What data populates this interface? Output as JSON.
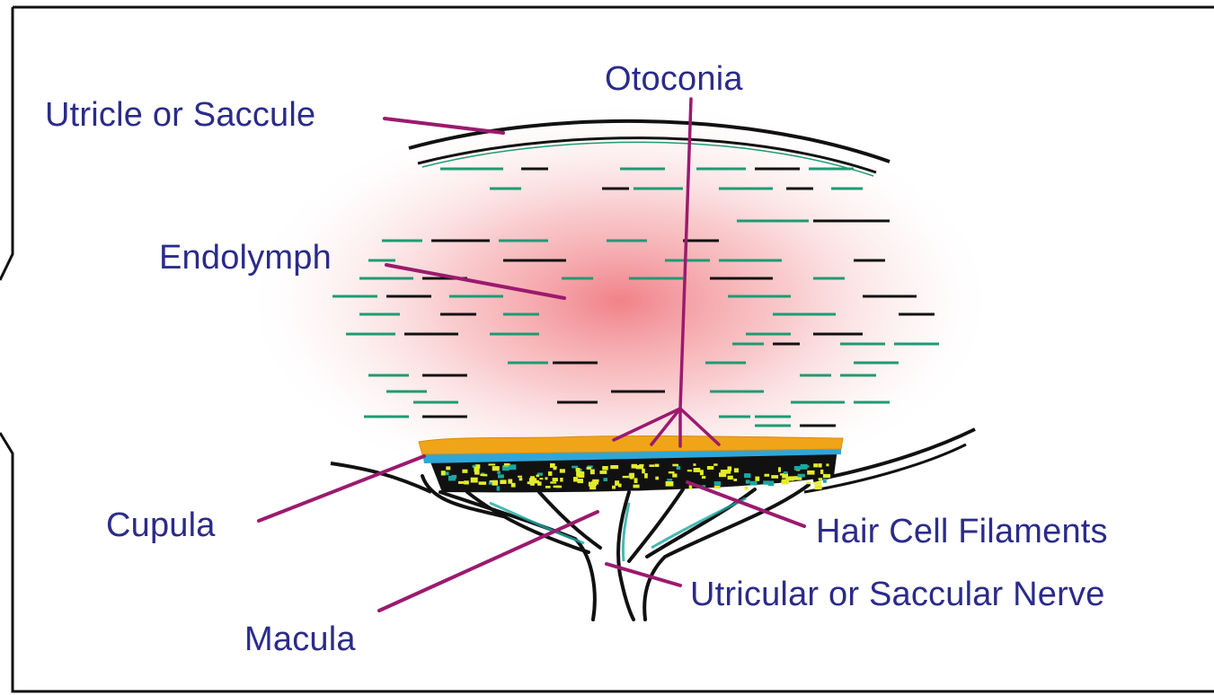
{
  "labels": {
    "otoconia": "Otoconia",
    "utricle_or_saccule": "Utricle or Saccule",
    "endolymph": "Endolymph",
    "cupula": "Cupula",
    "hair_cell_filaments": "Hair Cell Filaments",
    "macula": "Macula",
    "nerve": "Utricular or Saccular Nerve"
  },
  "colors": {
    "label_text": "#2b2b8a",
    "leader_line": "#9b1a6e",
    "outline": "#111111",
    "endolymph_glow": "#f28a8f",
    "fluid_dash": "#1f9a73",
    "cupula_orange": "#f0a418",
    "membrane_blue": "#2fa6d8",
    "hair_cell_yellow": "#e4ec2a",
    "nerve_teal": "#1aa8a0"
  }
}
